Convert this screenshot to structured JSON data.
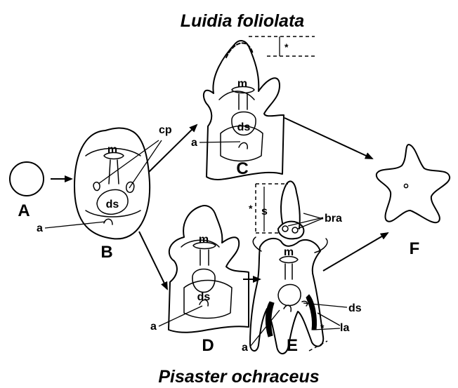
{
  "titles": {
    "top": "Luidia foliolata",
    "bottom": "Pisaster ochraceus"
  },
  "stages": {
    "a": "A",
    "b": "B",
    "c": "C",
    "d": "D",
    "e": "E",
    "f": "F"
  },
  "labels": {
    "cp": "cp",
    "m": "m",
    "ds": "ds",
    "a": "a",
    "s": "s",
    "bra": "bra",
    "la": "la",
    "asterisk": "*"
  }
}
